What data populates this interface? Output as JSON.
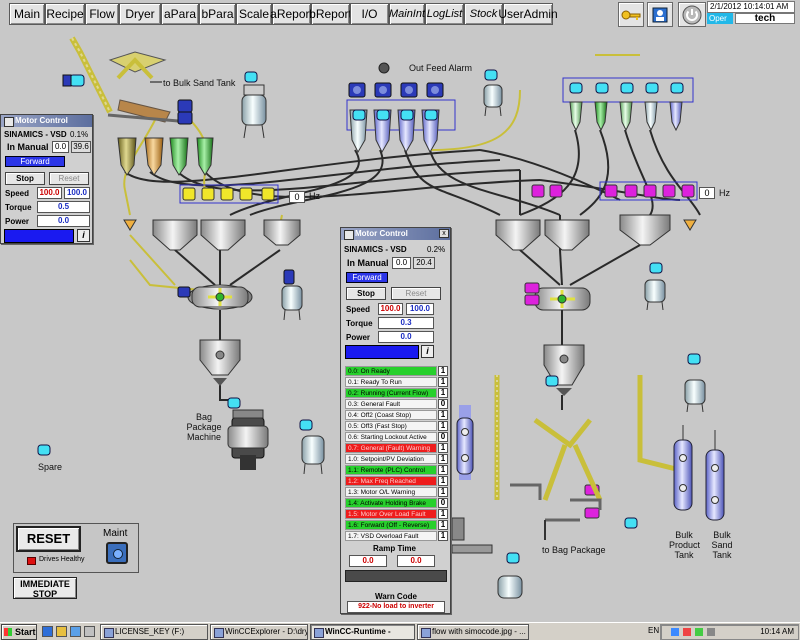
{
  "nav": {
    "buttons": [
      "Main",
      "Recipe",
      "Flow",
      "Dryer",
      "aPara",
      "bPara",
      "Scale",
      "aReport",
      "bReport",
      "I/O",
      "MainInt",
      "LogList",
      "Stock",
      "UserAdmin"
    ]
  },
  "header": {
    "datetime": "2/1/2012 10:14:01 AM",
    "role": "Oper",
    "user": "tech"
  },
  "labels": {
    "to_bulk_sand_tank": "to Bulk Sand Tank",
    "out_feed_alarm": "Out Feed Alarm",
    "hz_left": "Hz",
    "hz_right": "Hz",
    "bag_package_machine": "Bag Package Machine",
    "spare": "Spare",
    "to_bag_package": "to Bag Package",
    "bulk_product_tank": "Bulk Product Tank",
    "bulk_sand_tank": "Bulk Sand Tank"
  },
  "hz_values": {
    "left": "0",
    "right": "0"
  },
  "motor_small": {
    "title": "Motor Control",
    "drive": "SINAMICS - VSD",
    "percent": "0.1%",
    "mode": "In Manual",
    "val_a": "0.0",
    "val_b": "39.6",
    "direction": "Forward",
    "stop": "Stop",
    "reset": "Reset",
    "speed_label": "Speed",
    "speed_set": "100.0",
    "speed_act": "100.0",
    "torque_label": "Torque",
    "torque": "0.5",
    "power_label": "Power",
    "power": "0.0"
  },
  "motor_big": {
    "title": "Motor Control",
    "drive": "SINAMICS - VSD",
    "percent": "0.2%",
    "mode": "In Manual",
    "val_a": "0.0",
    "val_b": "20.4",
    "direction": "Forward",
    "stop": "Stop",
    "reset": "Reset",
    "speed_label": "Speed",
    "speed_set": "100.0",
    "speed_act": "100.0",
    "torque_label": "Torque",
    "torque": "0.3",
    "power_label": "Power",
    "power": "0.0",
    "status": [
      {
        "text": "0.0: On Ready",
        "color": "green",
        "bit": "1"
      },
      {
        "text": "0.1: Ready To Run",
        "color": "white",
        "bit": "1"
      },
      {
        "text": "0.2: Running (Current Flow)",
        "color": "green",
        "bit": "1"
      },
      {
        "text": "0.3: General Fault",
        "color": "white",
        "bit": "0"
      },
      {
        "text": "0.4: Off2 (Coast Stop)",
        "color": "white",
        "bit": "1"
      },
      {
        "text": "0.5: Off3 (Fast Stop)",
        "color": "white",
        "bit": "1"
      },
      {
        "text": "0.6: Starting Lockout Active",
        "color": "white",
        "bit": "0"
      },
      {
        "text": "0.7: General (Fault) Warning",
        "color": "red",
        "bit": "1"
      },
      {
        "text": "1.0: Setpoint/PV Deviation",
        "color": "white",
        "bit": "1"
      },
      {
        "text": "1.1: Remote (PLC) Control",
        "color": "green",
        "bit": "1"
      },
      {
        "text": "1.2: Max Freq Reached",
        "color": "red",
        "bit": "1"
      },
      {
        "text": "1.3: Motor O/L Warning",
        "color": "white",
        "bit": "1"
      },
      {
        "text": "1.4: Activate Holding Brake",
        "color": "green",
        "bit": "0"
      },
      {
        "text": "1.5: Motor Over Load Fault",
        "color": "red",
        "bit": "1"
      },
      {
        "text": "1.6: Forward (Off - Reverse)",
        "color": "green",
        "bit": "1"
      },
      {
        "text": "1.7: VSD Overload Fault",
        "color": "white",
        "bit": "1"
      }
    ],
    "ramp_label": "Ramp Time",
    "ramp_up": "0.0",
    "ramp_down": "0.0",
    "warn_label": "Warn Code",
    "warn_code": "922-No load to inverter"
  },
  "controls": {
    "reset": "RESET",
    "drives_healthy": "Drives Healthy",
    "maint": "Maint",
    "estop": "IMMEDIATE STOP"
  },
  "taskbar": {
    "start": "Start",
    "items": [
      "LICENSE_KEY (F:)",
      "WinCCExplorer - D:\\dry...",
      "WinCC-Runtime -",
      "flow with simocode.jpg - ..."
    ],
    "lang": "EN",
    "time": "10:14 AM"
  },
  "colors": {
    "background": "#c8c8c8",
    "pipe": "#2a2a2a",
    "yellow_pipe": "#c9bf3a",
    "status_green": "#27d02c",
    "status_red": "#ee1c1c",
    "valve_yellow": "#f0e62a",
    "valve_magenta": "#dd22dd",
    "motor_cyan": "#44e0f4"
  }
}
